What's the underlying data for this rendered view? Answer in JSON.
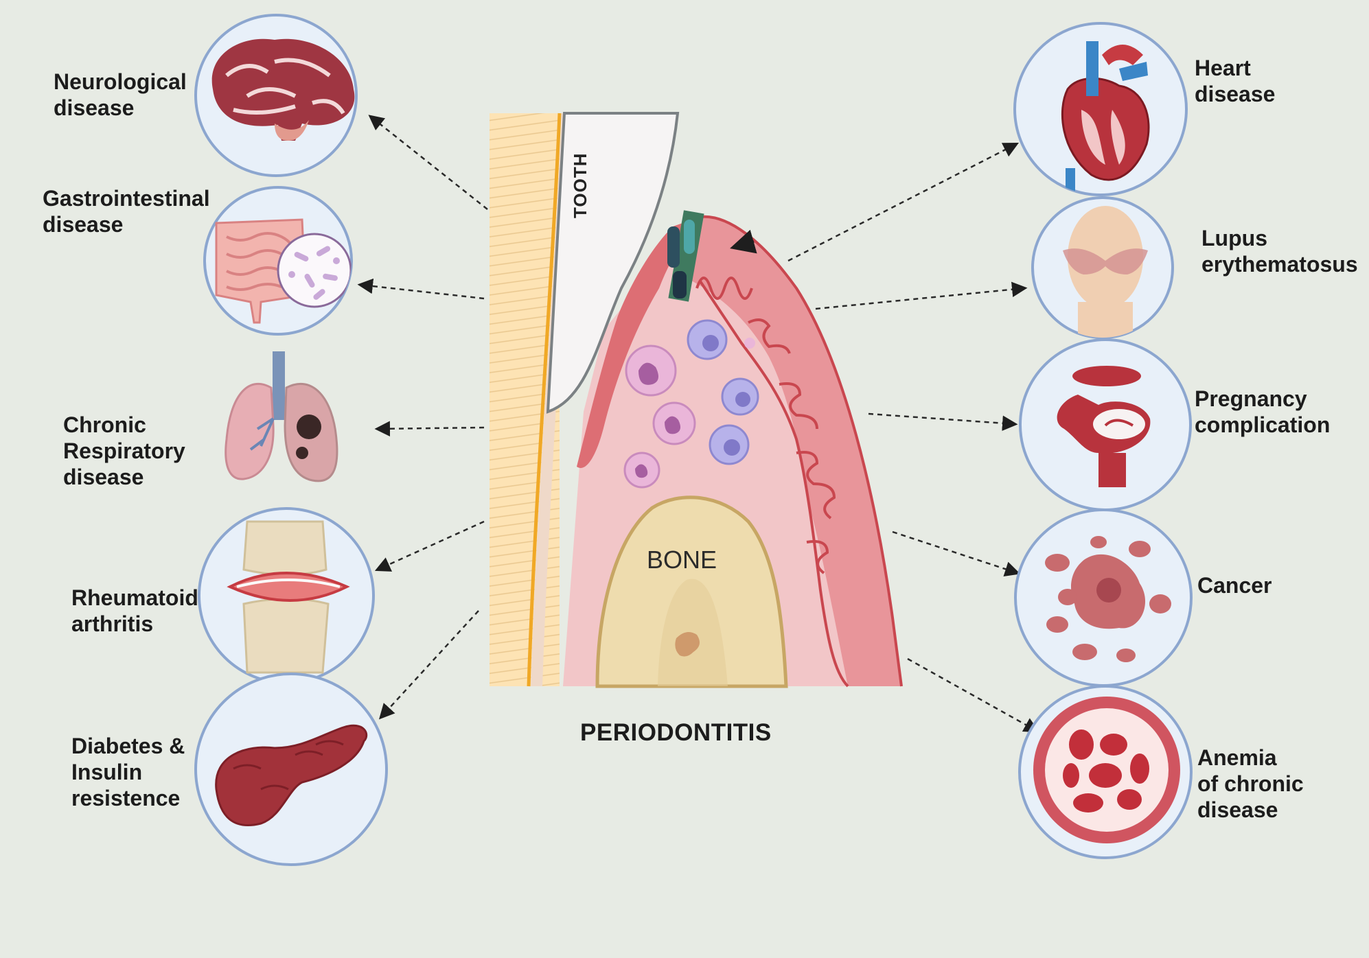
{
  "title": "PERIODONTITIS",
  "center": {
    "tooth_label": "TOOTH",
    "bone_label": "BONE"
  },
  "diseases_left": [
    {
      "id": "neuro",
      "lines": [
        "Neurological",
        "disease"
      ],
      "icon": "brain-icon"
    },
    {
      "id": "gi",
      "lines": [
        "Gastrointestinal",
        "disease"
      ],
      "icon": "intestine-icon"
    },
    {
      "id": "resp",
      "lines": [
        "Chronic",
        "Respiratory",
        "disease"
      ],
      "icon": "lungs-icon"
    },
    {
      "id": "ra",
      "lines": [
        "Rheumatoid",
        "arthritis"
      ],
      "icon": "knee-joint-icon"
    },
    {
      "id": "diab",
      "lines": [
        "Diabetes &",
        "Insulin",
        "resistence"
      ],
      "icon": "pancreas-icon"
    }
  ],
  "diseases_right": [
    {
      "id": "heart",
      "lines": [
        "Heart",
        "disease"
      ],
      "icon": "heart-icon"
    },
    {
      "id": "lupus",
      "lines": [
        "Lupus",
        "erythematosus"
      ],
      "icon": "face-rash-icon"
    },
    {
      "id": "preg",
      "lines": [
        "Pregnancy",
        "complication"
      ],
      "icon": "pregnant-woman-icon"
    },
    {
      "id": "cancer",
      "lines": [
        "Cancer"
      ],
      "icon": "cancer-cells-icon"
    },
    {
      "id": "anemia",
      "lines": [
        "Anemia",
        "of chronic",
        "disease"
      ],
      "icon": "blood-vessel-icon"
    }
  ],
  "colors": {
    "background": "#e7ebe4",
    "circle_fill": "#e8f0f9",
    "circle_stroke": "#8ca6cf",
    "gum": "#e8959a",
    "gum_dark": "#c9474f",
    "tissue": "#f1c3c6",
    "bone": "#eedcae",
    "enamel_stripes": "#fbdcaa",
    "tooth": "#f6f4f4"
  }
}
